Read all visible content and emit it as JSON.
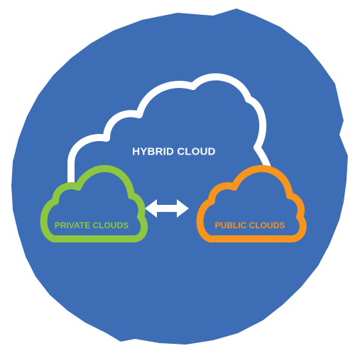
{
  "colors": {
    "background": "#ffffff",
    "circle": "#3d6db5",
    "hybrid_outline": "#ffffff",
    "private_outline": "#8dc63f",
    "public_outline": "#f7941d",
    "arrow": "#ffffff"
  },
  "labels": {
    "hybrid": "HYBRID CLOUD",
    "private": "PRIVATE CLOUDS",
    "public": "PUBLIC CLOUDS"
  },
  "icons": {
    "connector": "double-arrow-icon"
  }
}
